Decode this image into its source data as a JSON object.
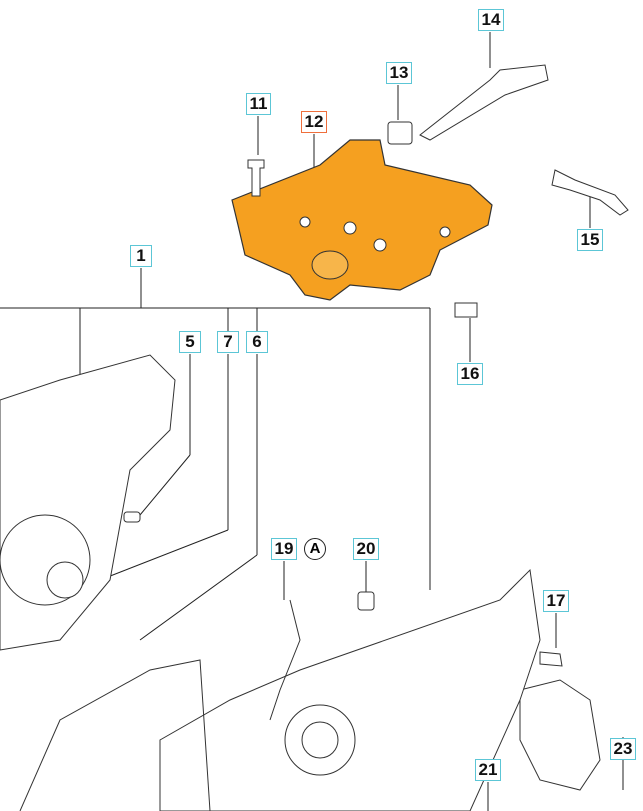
{
  "diagram": {
    "highlight_color": "#f5a020",
    "label_border_color": "#5cc6d6",
    "selected_label_border_color": "#ef6f3c",
    "selected_part": "12",
    "labels": [
      "1",
      "5",
      "6",
      "7",
      "11",
      "12",
      "13",
      "14",
      "15",
      "16",
      "17",
      "19",
      "20",
      "21",
      "23"
    ],
    "view_marker": "A"
  }
}
